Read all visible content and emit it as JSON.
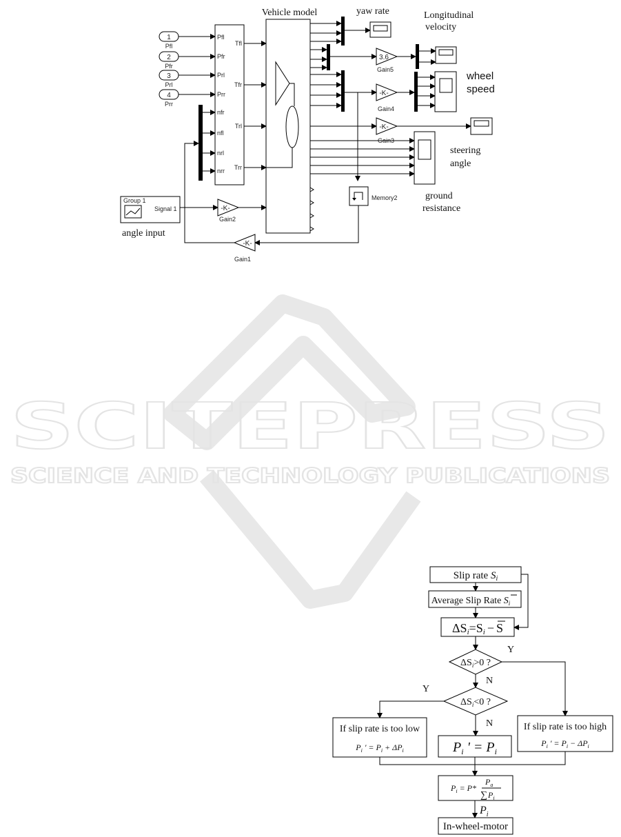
{
  "simulink": {
    "vehicle_model": "Vehicle model",
    "inports": [
      {
        "num": "1",
        "name": "Pfl"
      },
      {
        "num": "2",
        "name": "Pfr"
      },
      {
        "num": "3",
        "name": "Prl"
      },
      {
        "num": "4",
        "name": "Prr"
      }
    ],
    "sub_in_ports": [
      "Pfl",
      "Pfr",
      "Prl",
      "Prr",
      "nfr",
      "nfl",
      "nrl",
      "nrr"
    ],
    "sub_out_ports": [
      "Tfl",
      "Tfr",
      "Trl",
      "Trr"
    ],
    "gains": {
      "gain1": {
        "value": "-K-",
        "name": "Gain1"
      },
      "gain2": {
        "value": "-K-",
        "name": "Gain2"
      },
      "gain3": {
        "value": "-K-",
        "name": "Gain3"
      },
      "gain4": {
        "value": "-K-",
        "name": "Gain4"
      },
      "gain5": {
        "value": "3.6",
        "name": "Gain5"
      }
    },
    "memory": "Memory2",
    "signal_builder": {
      "group": "Group 1",
      "signal": "Signal 1"
    },
    "labels": {
      "yaw_rate": "yaw rate",
      "longitudinal_1": "Longitudinal",
      "longitudinal_2": "velocity",
      "wheel_1": "wheel",
      "wheel_2": "speed",
      "steering_1": "steering",
      "steering_2": "angle",
      "ground_1": "ground",
      "ground_2": "resistance",
      "angle_input": "angle input"
    }
  },
  "watermark": {
    "main": "SCITEPRESS",
    "sub": "SCIENCE AND TECHNOLOGY PUBLICATIONS"
  },
  "flowchart": {
    "slip_rate": "Slip rate",
    "slip_var": "S",
    "slip_sub": "i",
    "average": "Average Slip Rate",
    "delta": "ΔS",
    "delta_expr_1": "=S",
    "delta_expr_2": "−",
    "delta_bar_s": "S",
    "cond1_tail": ">0  ?",
    "cond2_tail": "<0  ?",
    "yes": "Y",
    "no": "N",
    "too_low": "If slip rate is too low",
    "too_high": "If slip rate is too high",
    "p": "P",
    "prime_eq": " ' = P",
    "plus_dp": " + ΔP",
    "minus_dp": " − ΔP",
    "p_eq_pstar": " = P*",
    "pa_sub": "a",
    "sum": "∑",
    "motor": "In-wheel-motor"
  }
}
